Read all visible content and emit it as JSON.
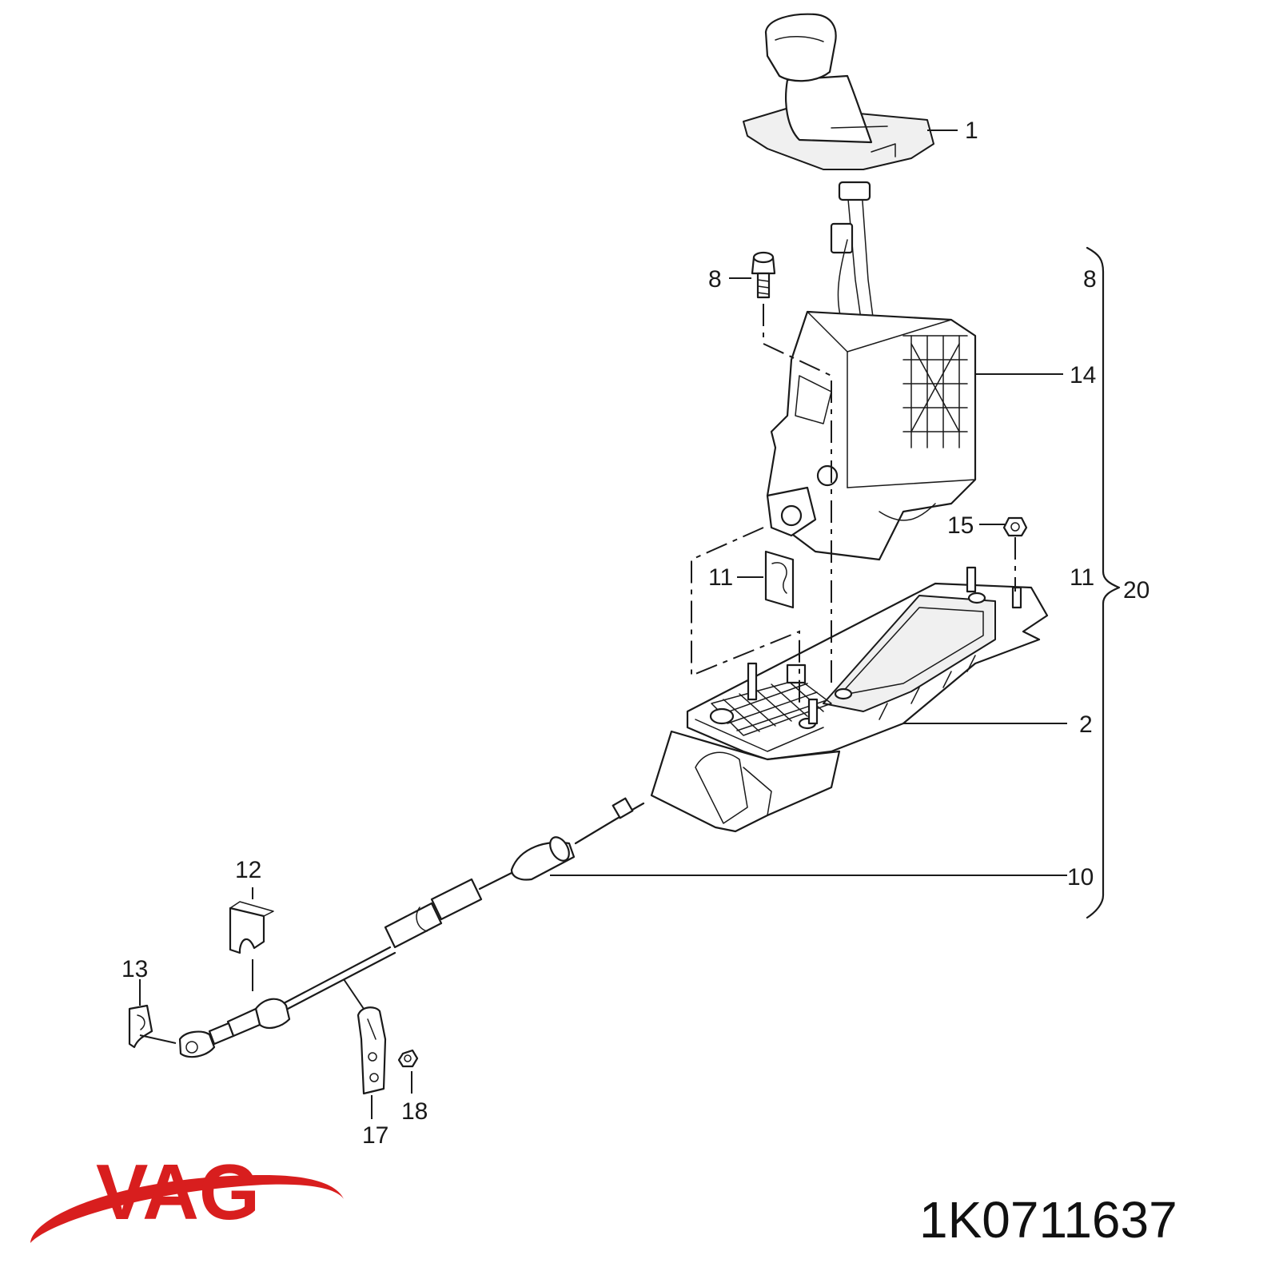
{
  "callouts": {
    "c1": "1",
    "c2": "2",
    "c8a": "8",
    "c8b": "8",
    "c10": "10",
    "c11a": "11",
    "c11b": "11",
    "c12": "12",
    "c13": "13",
    "c14": "14",
    "c15": "15",
    "c17": "17",
    "c18": "18",
    "c20": "20"
  },
  "brand": {
    "logo": "VAG",
    "logo_color": "#d81e1e"
  },
  "part_number": "1K0711637"
}
